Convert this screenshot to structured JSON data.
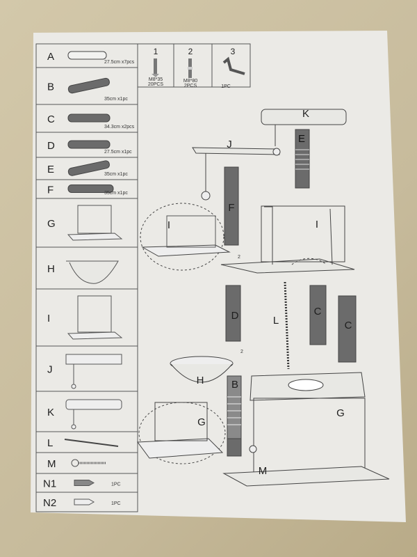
{
  "parts": [
    {
      "letter": "A",
      "spec": "27.5cm x7pcs"
    },
    {
      "letter": "B",
      "spec": "35cm x1pc"
    },
    {
      "letter": "C",
      "spec": "34.3cm x2pcs"
    },
    {
      "letter": "D",
      "spec": "27.5cm x1pc"
    },
    {
      "letter": "E",
      "spec": "35cm x1pc"
    },
    {
      "letter": "F",
      "spec": "35cm x1pc"
    },
    {
      "letter": "G",
      "spec": ""
    },
    {
      "letter": "H",
      "spec": ""
    },
    {
      "letter": "I",
      "spec": ""
    },
    {
      "letter": "J",
      "spec": ""
    },
    {
      "letter": "K",
      "spec": ""
    },
    {
      "letter": "L",
      "spec": ""
    },
    {
      "letter": "M",
      "spec": ""
    },
    {
      "letter": "N1",
      "spec": "1PC"
    },
    {
      "letter": "N2",
      "spec": "1PC"
    }
  ],
  "hardware": [
    {
      "number": "1",
      "size": "M8*35",
      "qty": "20PCS"
    },
    {
      "number": "2",
      "size": "M8*80",
      "qty": "2PCS"
    },
    {
      "number": "3",
      "size": "",
      "qty": "1PC"
    }
  ],
  "diagram_labels": {
    "K": "K",
    "J": "J",
    "E": "E",
    "F": "F",
    "I_left": "I",
    "I_right": "I",
    "D": "D",
    "L": "L",
    "C_left": "C",
    "C_right": "C",
    "H": "H",
    "B": "B",
    "G_left": "G",
    "G_right": "G",
    "M": "M",
    "screw_2_top": "2",
    "screw_2_bottom": "2"
  },
  "colors": {
    "paper": "#ebeae6",
    "post": "#6b6b6b",
    "line": "#444444",
    "background": "#c9bd9e"
  }
}
